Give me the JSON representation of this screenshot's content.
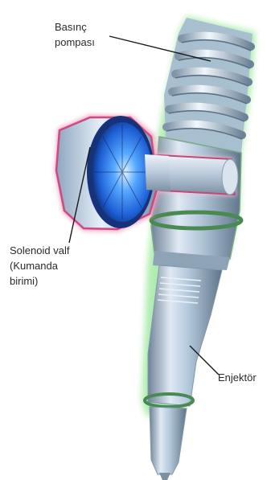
{
  "labels": {
    "pressure_pump": [
      "Basınç",
      "pompası"
    ],
    "solenoid_valve": [
      "Solenoid valf",
      "(Kumanda",
      "birimi)"
    ],
    "injector": "Enjektör"
  },
  "colors": {
    "body_glow": "#8fe08f",
    "solenoid_glow": "#e05a8a",
    "metal_light": "#e4eef8",
    "metal_mid": "#a9bfd6",
    "metal_dark": "#5f7488",
    "solenoid_blue": "#2a6ee8",
    "seal_ring": "#4a8a52",
    "leader_line": "#1a1a1a"
  }
}
